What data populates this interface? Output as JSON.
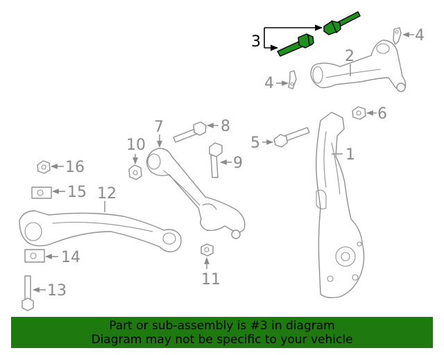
{
  "callouts": {
    "c1": "1",
    "c2": "2",
    "c3": "3",
    "c4a": "4",
    "c4b": "4",
    "c5": "5",
    "c6": "6",
    "c7": "7",
    "c8": "8",
    "c9": "9",
    "c10": "10",
    "c11": "11",
    "c12": "12",
    "c13": "13",
    "c14": "14",
    "c15": "15",
    "c16": "16"
  },
  "highlight": {
    "part_number": "3",
    "color": "#1f8f1f"
  },
  "banner": {
    "line1": "Part or sub-assembly is #3 in diagram",
    "line2": "Diagram may not be specific to your vehicle",
    "background": "#1e7a0e"
  }
}
